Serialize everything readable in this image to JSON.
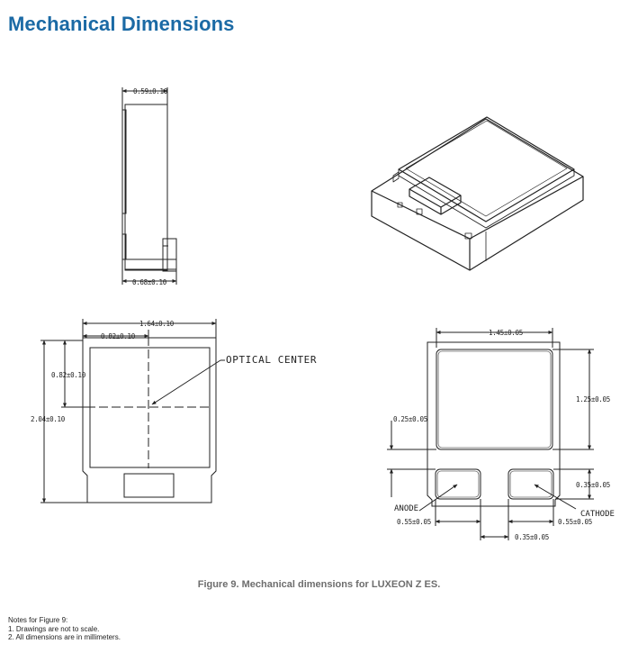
{
  "page": {
    "title": "Mechanical Dimensions"
  },
  "drawing": {
    "side_view": {
      "dim_top": "0.59±0.10",
      "dim_bottom": "0.68±0.10"
    },
    "top_view": {
      "dim_width": "1.64±0.10",
      "dim_half_width": "0.82±0.10",
      "dim_half_height": "0.82±0.10",
      "dim_height": "2.04±0.10",
      "optical_center_label": "OPTICAL CENTER"
    },
    "bottom_view": {
      "dim_pad_width": "1.45±0.05",
      "dim_pad_height": "1.25±0.05",
      "dim_offset": "0.25±0.05",
      "dim_small_pad_height": "0.35±0.05",
      "dim_anode_width": "0.55±0.05",
      "dim_cathode_width": "0.55±0.05",
      "dim_gap": "0.35±0.05",
      "anode_label": "ANODE",
      "cathode_label": "CATHODE"
    }
  },
  "figure": {
    "caption": "Figure 9. Mechanical dimensions for LUXEON Z ES."
  },
  "notes": {
    "heading": "Notes for Figure 9:",
    "items": [
      "1.  Drawings are not to scale.",
      "2.  All dimensions are in millimeters."
    ]
  },
  "colors": {
    "title": "#1b6aa5",
    "caption": "#6d6d6d",
    "line": "#222222"
  }
}
